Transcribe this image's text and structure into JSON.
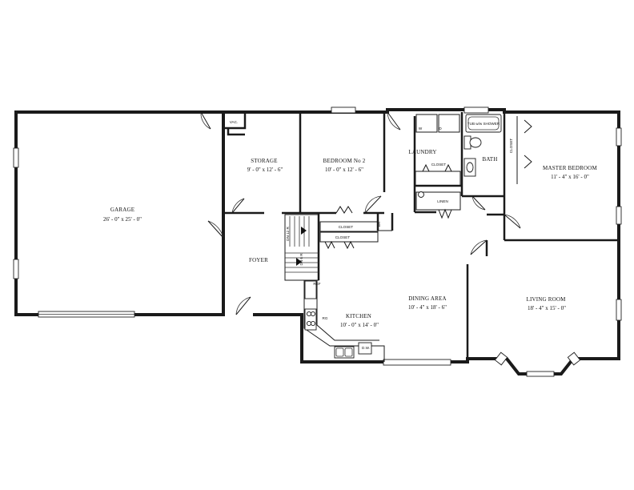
{
  "rooms": {
    "garage": {
      "name": "GARAGE",
      "dims": "26' - 0\" x 25' - 0\""
    },
    "storage": {
      "name": "STORAGE",
      "dims": "9' - 0\" x 12' - 6\""
    },
    "bedroom2": {
      "name": "BEDROOM No 2",
      "dims": "10' - 0\" x 12' - 6\""
    },
    "laundry": {
      "name": "LAUNDRY"
    },
    "bath": {
      "name": "BATH"
    },
    "master_bedroom": {
      "name": "MASTER BEDROOM",
      "dims": "11' - 4\" x 16' - 0\""
    },
    "foyer": {
      "name": "FOYER"
    },
    "dining_area": {
      "name": "DINING AREA",
      "dims": "10' - 4\" x 18' - 6\""
    },
    "kitchen": {
      "name": "KITCHEN",
      "dims": "10' - 0\" x 14' - 0\""
    },
    "living_room": {
      "name": "LIVING ROOM",
      "dims": "18' - 4\" x 15' - 0\""
    }
  },
  "labels": {
    "vac": "VAC.",
    "tub_shower": "TUB w/w SHOWER",
    "closet_laundry": "CLOSET",
    "linen": "LINEN",
    "closet_master": "CLOSET",
    "closet_hall_upper": "CLOSET",
    "closet_hall_lower": "CLOSET",
    "br": "BR",
    "stair_up": "DN 12 R",
    "stair_down": "DN 6 R",
    "ref": "REF",
    "range": "RG",
    "dw": "D.W.",
    "washer": "W",
    "dryer": "D"
  }
}
